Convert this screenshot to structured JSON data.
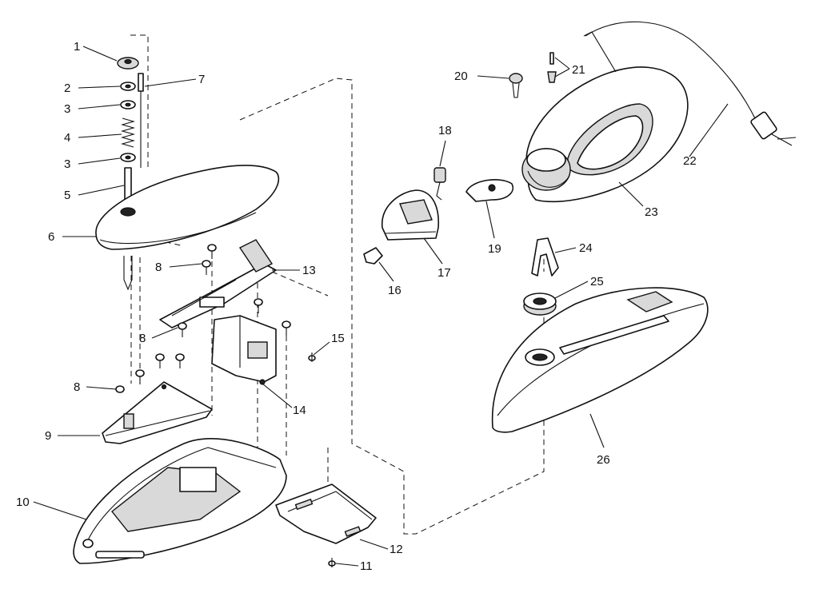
{
  "callouts": [
    {
      "id": "c1",
      "label": "1"
    },
    {
      "id": "c2",
      "label": "2"
    },
    {
      "id": "c3a",
      "label": "3"
    },
    {
      "id": "c4",
      "label": "4"
    },
    {
      "id": "c3b",
      "label": "3"
    },
    {
      "id": "c5",
      "label": "5"
    },
    {
      "id": "c6",
      "label": "6"
    },
    {
      "id": "c7",
      "label": "7"
    },
    {
      "id": "c8a",
      "label": "8"
    },
    {
      "id": "c8b",
      "label": "8"
    },
    {
      "id": "c8c",
      "label": "8"
    },
    {
      "id": "c9",
      "label": "9"
    },
    {
      "id": "c10",
      "label": "10"
    },
    {
      "id": "c11",
      "label": "11"
    },
    {
      "id": "c12",
      "label": "12"
    },
    {
      "id": "c13",
      "label": "13"
    },
    {
      "id": "c14",
      "label": "14"
    },
    {
      "id": "c15",
      "label": "15"
    },
    {
      "id": "c16",
      "label": "16"
    },
    {
      "id": "c17",
      "label": "17"
    },
    {
      "id": "c18",
      "label": "18"
    },
    {
      "id": "c19",
      "label": "19"
    },
    {
      "id": "c20",
      "label": "20"
    },
    {
      "id": "c21",
      "label": "21"
    },
    {
      "id": "c22",
      "label": "22"
    },
    {
      "id": "c23",
      "label": "23"
    },
    {
      "id": "c24",
      "label": "24"
    },
    {
      "id": "c25",
      "label": "25"
    },
    {
      "id": "c26",
      "label": "26"
    }
  ]
}
